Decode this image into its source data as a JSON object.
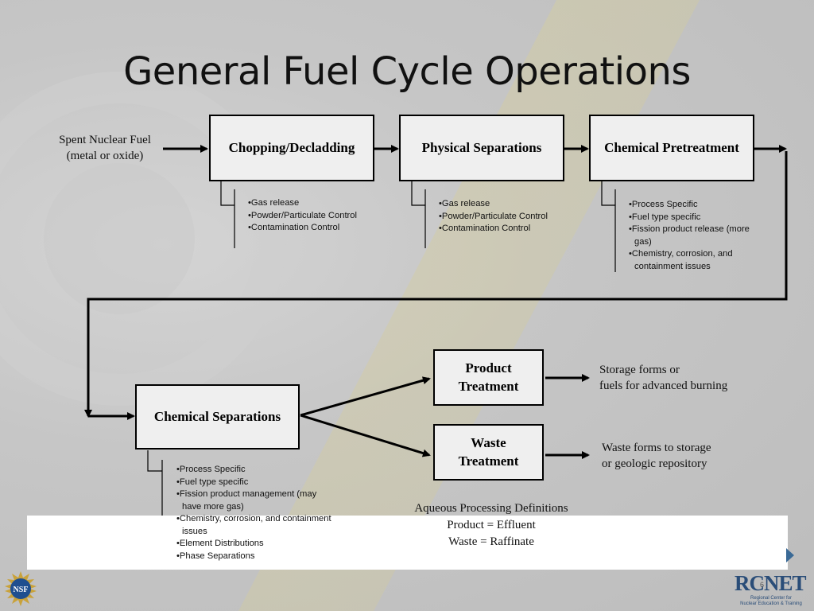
{
  "slide": {
    "title": "General Fuel Cycle Operations"
  },
  "input": {
    "line1": "Spent Nuclear Fuel",
    "line2": "(metal or oxide)"
  },
  "boxes": {
    "chopping": "Chopping/Decladding",
    "physical": "Physical Separations",
    "pretreatment": "Chemical Pretreatment",
    "chemical_sep": "Chemical Separations",
    "product_line1": "Product",
    "product_line2": "Treatment",
    "waste_line1": "Waste",
    "waste_line2": "Treatment"
  },
  "notes": {
    "chopping": [
      "Gas release",
      "Powder/Particulate Control",
      "Contamination Control"
    ],
    "physical": [
      "Gas release",
      "Powder/Particulate Control",
      "Contamination Control"
    ],
    "pretreatment": [
      "Process Specific",
      "Fuel type specific",
      "Fission product release (more gas)",
      "Chemistry, corrosion, and containment issues"
    ],
    "chemical_sep": [
      "Process Specific",
      "Fuel type specific",
      "Fission product management (may have more gas)",
      "Chemistry, corrosion, and containment issues",
      "Element Distributions",
      "Phase Separations"
    ]
  },
  "outputs": {
    "product_line1": "Storage forms or",
    "product_line2": "fuels for advanced burning",
    "waste_line1": "Waste forms to storage",
    "waste_line2": "or geologic repository"
  },
  "definitions": {
    "heading": "Aqueous Processing Definitions",
    "product": "Product = Effluent",
    "waste": "Waste = Raffinate"
  },
  "logos": {
    "nsf": "NSF",
    "rcnet": "RCNET",
    "rcnet_sub1": "Regional Center for",
    "rcnet_sub2": "Nuclear Education & Training",
    "page_number": "6"
  }
}
